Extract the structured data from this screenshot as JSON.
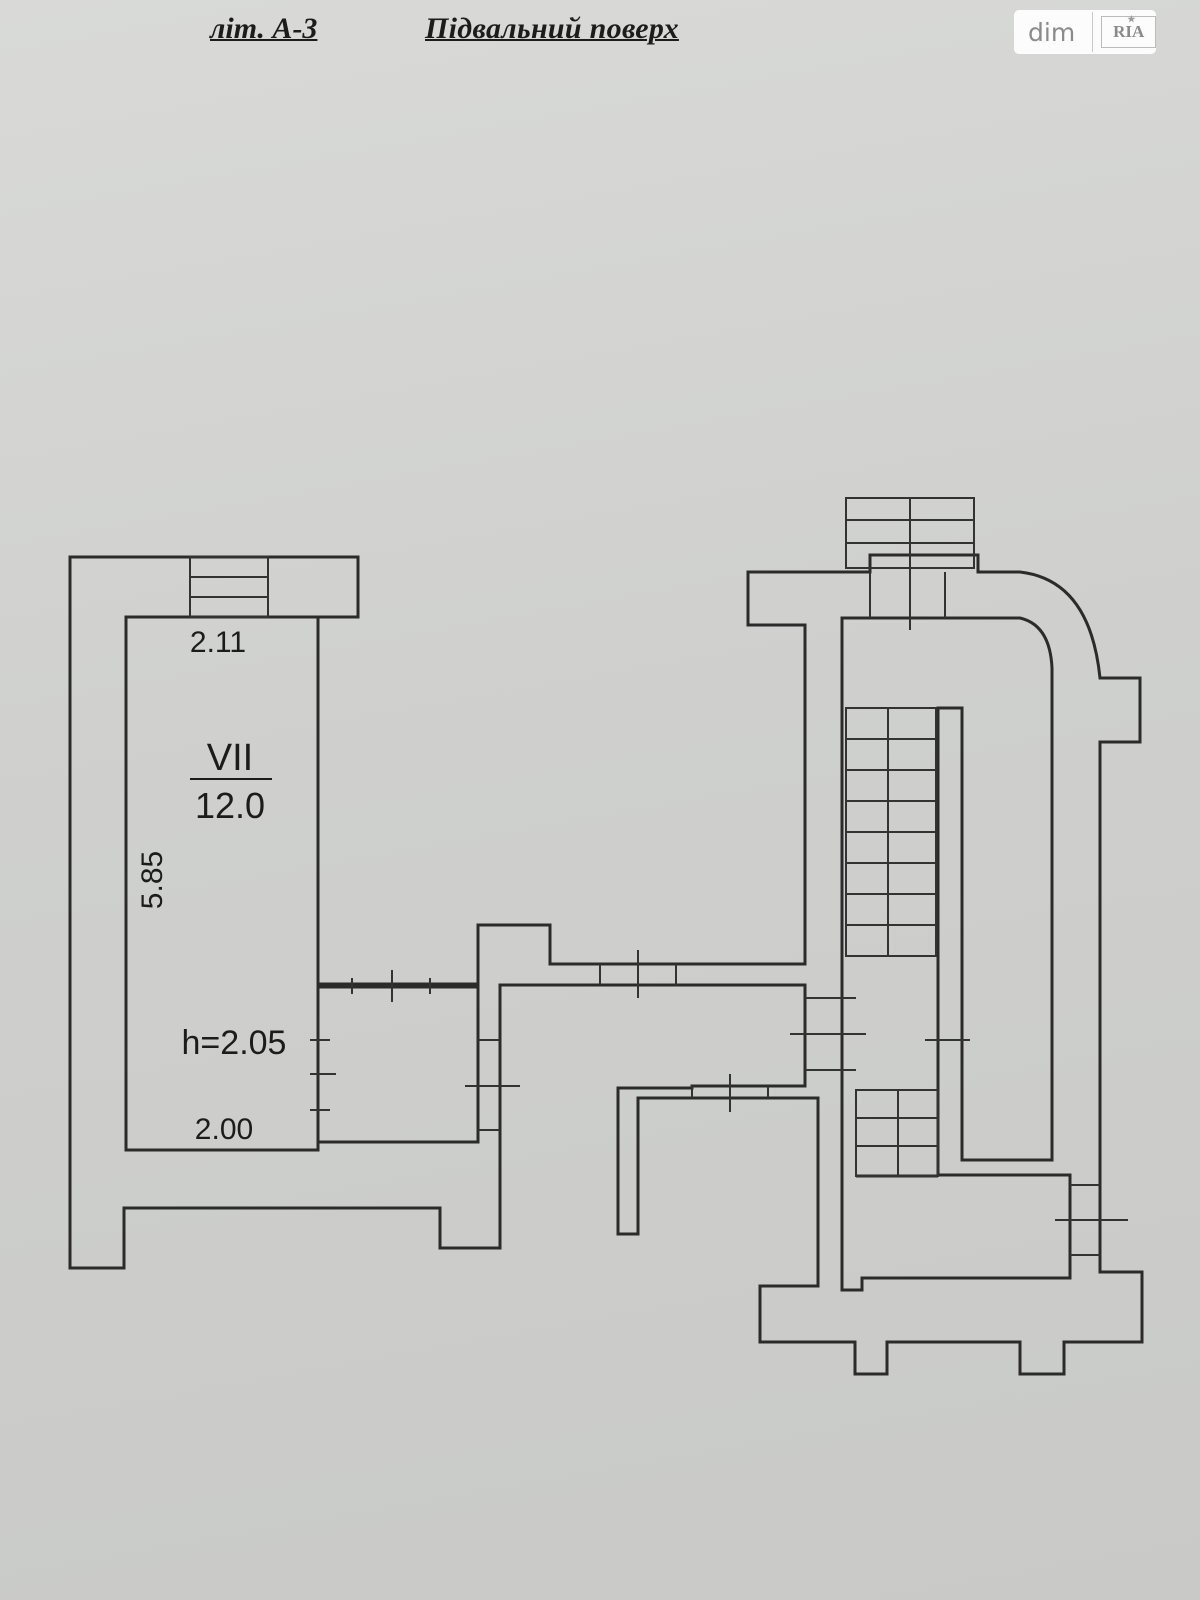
{
  "header": {
    "letter": "літ. А-3",
    "floor": "Підвальний поверх"
  },
  "watermark": {
    "dim": "dim",
    "ria": "RIA"
  },
  "plan": {
    "room_number": "VII",
    "room_area": "12.0",
    "dim_top": "2.11",
    "dim_left": "5.85",
    "dim_bottom": "2.00",
    "ceiling_height": "h=2.05"
  },
  "colors": {
    "line": "#2b2b2b",
    "paper": "#cfd0ce"
  }
}
